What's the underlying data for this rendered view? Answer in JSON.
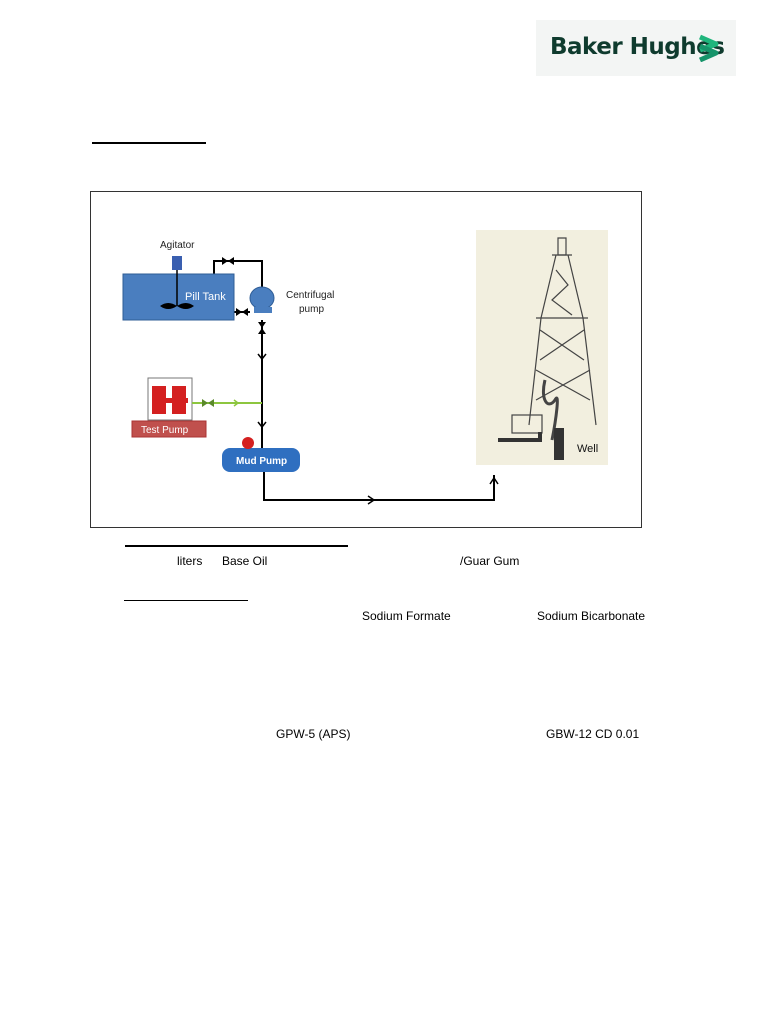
{
  "logo": {
    "text": "Baker Hughes",
    "brand_color": "#0f3b2e",
    "mark_color": "#1fb57c"
  },
  "diagram": {
    "agitator": "Agitator",
    "pill_tank": "Pill Tank",
    "centrifugal_pump_line1": "Centrifugal",
    "centrifugal_pump_line2": "pump",
    "test_pump": "Test Pump",
    "mud_pump": "Mud Pump",
    "well": "Well",
    "colors": {
      "tank": "#4a7ebf",
      "test_pump": "#c0504d",
      "green_line": "#8dc63f"
    }
  },
  "text": {
    "liters": "liters",
    "base_oil": "Base Oil",
    "guar_gum": "/Guar Gum",
    "sodium_formate": "Sodium Formate",
    "sodium_bicarbonate": "Sodium Bicarbonate",
    "gpw5": "GPW-5 (APS)",
    "gbw12": "GBW-12 CD 0.01"
  }
}
